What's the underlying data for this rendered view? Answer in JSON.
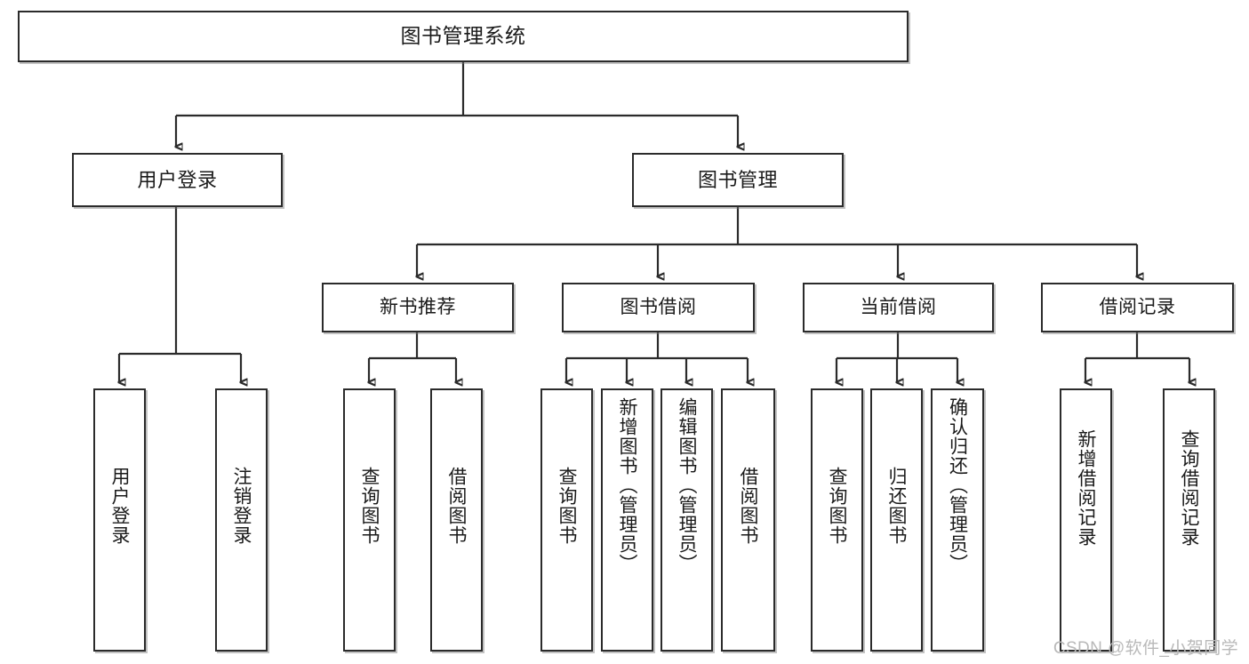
{
  "diagram": {
    "type": "tree-hierarchy",
    "title": "图书管理系统",
    "watermark": "CSDN @软件_小贺同学",
    "colors": {
      "node_border": "#2b2b2b",
      "node_fill": "#ffffff",
      "connector": "#2b2b2b",
      "text": "#1a1a1a",
      "watermark": "#b9b9b9"
    },
    "nodes": {
      "root": {
        "label": "图书管理系统",
        "level": 1
      },
      "user_login": {
        "label": "用户登录",
        "level": 2
      },
      "book_manage": {
        "label": "图书管理",
        "level": 2
      },
      "new_book_rec": {
        "label": "新书推荐",
        "level": 3
      },
      "book_borrow": {
        "label": "图书借阅",
        "level": 3
      },
      "current_borrow": {
        "label": "当前借阅",
        "level": 3
      },
      "borrow_record": {
        "label": "借阅记录",
        "level": 3
      },
      "leaf_user_login": {
        "label": "用户登录",
        "level": 4
      },
      "leaf_logout": {
        "label": "注销登录",
        "level": 4
      },
      "leaf_query_book_1": {
        "label": "查询图书",
        "level": 4
      },
      "leaf_borrow_book_1": {
        "label": "借阅图书",
        "level": 4
      },
      "leaf_query_book_2": {
        "label": "查询图书",
        "level": 4
      },
      "leaf_add_book": {
        "label": "新增图书（管理员）",
        "level": 4
      },
      "leaf_edit_book": {
        "label": "编辑图书（管理员）",
        "level": 4
      },
      "leaf_borrow_book_2": {
        "label": "借阅图书",
        "level": 4
      },
      "leaf_query_book_3": {
        "label": "查询图书",
        "level": 4
      },
      "leaf_return_book": {
        "label": "归还图书",
        "level": 4
      },
      "leaf_confirm_return": {
        "label": "确认归还（管理员）",
        "level": 4
      },
      "leaf_add_record": {
        "label": "新增借阅记录",
        "level": 4
      },
      "leaf_query_record": {
        "label": "查询借阅记录",
        "level": 4
      }
    }
  }
}
